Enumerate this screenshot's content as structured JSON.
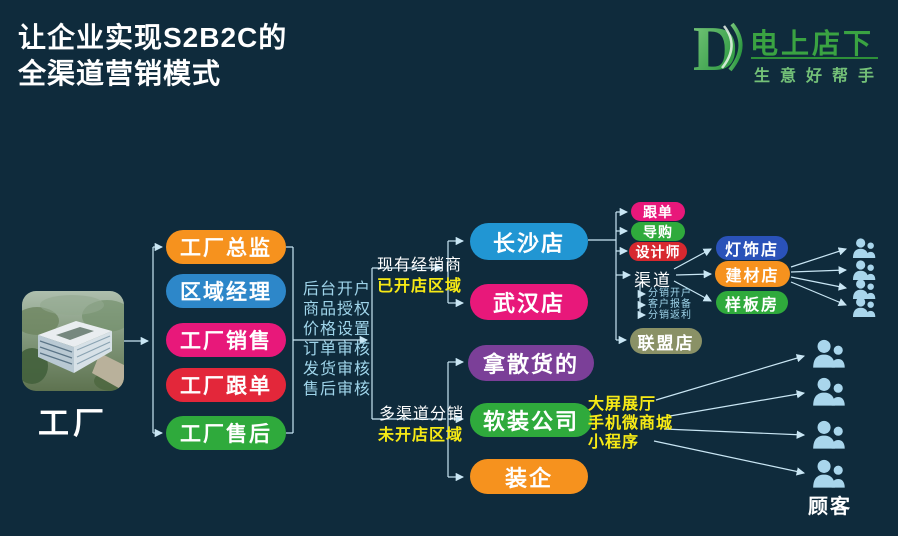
{
  "title": {
    "line1": "让企业实现S2B2C的",
    "line2": "全渠道营销模式"
  },
  "logo": {
    "mark": "D",
    "brand": "电上店下",
    "tagline": "生意好帮手"
  },
  "factory": {
    "label": "工厂",
    "image": "factory-aerial-photo"
  },
  "roles": [
    {
      "label": "工厂总监",
      "color": "#f6921e"
    },
    {
      "label": "区域经理",
      "color": "#2d87c9"
    },
    {
      "label": "工厂销售",
      "color": "#e8187a"
    },
    {
      "label": "工厂跟单",
      "color": "#e3273a"
    },
    {
      "label": "工厂售后",
      "color": "#2faa3c"
    }
  ],
  "backend_functions": [
    "后台开户",
    "商品授权",
    "价格设置",
    "订单审核",
    "发货审核",
    "售后审核"
  ],
  "segments": {
    "existing": {
      "label": "现有经销商",
      "sublabel": "已开店区域"
    },
    "multi": {
      "label": "多渠道分销",
      "sublabel": "未开店区域"
    }
  },
  "stores": [
    {
      "label": "长沙店",
      "color": "#2196d3"
    },
    {
      "label": "武汉店",
      "color": "#e8187a"
    }
  ],
  "channel_customers": [
    {
      "label": "拿散货的",
      "color": "#7b3f98"
    },
    {
      "label": "软装公司",
      "color": "#2faa3c"
    },
    {
      "label": "装企",
      "color": "#f6921e"
    }
  ],
  "store_staff": [
    {
      "label": "跟单",
      "color": "#e8187a"
    },
    {
      "label": "导购",
      "color": "#2faa3c"
    },
    {
      "label": "设计师",
      "color": "#d7282f"
    }
  ],
  "channel": {
    "label": "渠道",
    "subitems": [
      "分销开户",
      "客户报备",
      "分销返利"
    ]
  },
  "alliance_store": {
    "label": "联盟店",
    "color": "#8a9166"
  },
  "downstream_shops": [
    {
      "label": "灯饰店",
      "color": "#2a52b9"
    },
    {
      "label": "建材店",
      "color": "#f6921e"
    },
    {
      "label": "样板房",
      "color": "#2faa3c"
    }
  ],
  "touchpoints": [
    "大屏展厅",
    "手机微商城",
    "小程序"
  ],
  "customer": {
    "label": "顾客"
  },
  "icons": {
    "customer_group": "people-icon"
  },
  "colors": {
    "background": "#0f2b3c",
    "connector_line": "#c9e6f4",
    "light_blue_text": "#9fd4ea",
    "yellow_text": "#f7ea15",
    "brand_green": "#3aa342",
    "people_icon": "#a9d6ec"
  }
}
